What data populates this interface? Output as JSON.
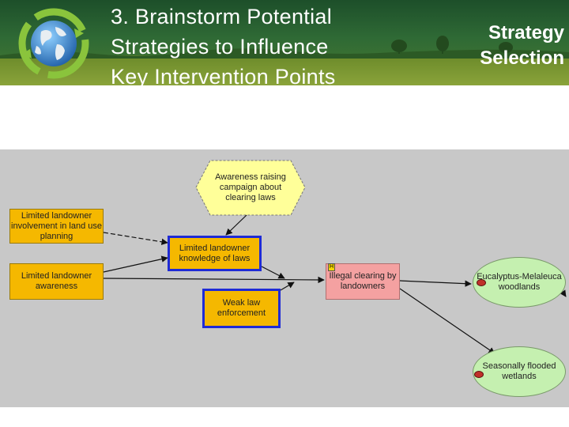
{
  "header": {
    "title_lines": [
      "3. Brainstorm Potential",
      "Strategies to Influence",
      "Key Intervention Points"
    ],
    "section_lines": [
      "Strategy",
      "Selection"
    ]
  },
  "diagram": {
    "strategy": "Awareness raising campaign about clearing laws",
    "factors": {
      "involvement": "Limited landowner involvement in land use planning",
      "awareness": "Limited landowner awareness",
      "knowledge": "Limited landowner knowledge of laws",
      "enforcement": "Weak law enforcement"
    },
    "threat": {
      "label": "Illegal clearing by landowners",
      "rating": "H"
    },
    "targets": {
      "eucalyptus": "Eucalyptus-Melaleuca woodlands",
      "wetlands": "Seasonally flooded wetlands"
    }
  },
  "colors": {
    "factor": "#f5b800",
    "threat": "#f4a1a1",
    "target": "#c5f0b0",
    "strategy": "#ffff99",
    "selection_border": "#1f2bd6",
    "canvas": "#c8c8c8"
  }
}
